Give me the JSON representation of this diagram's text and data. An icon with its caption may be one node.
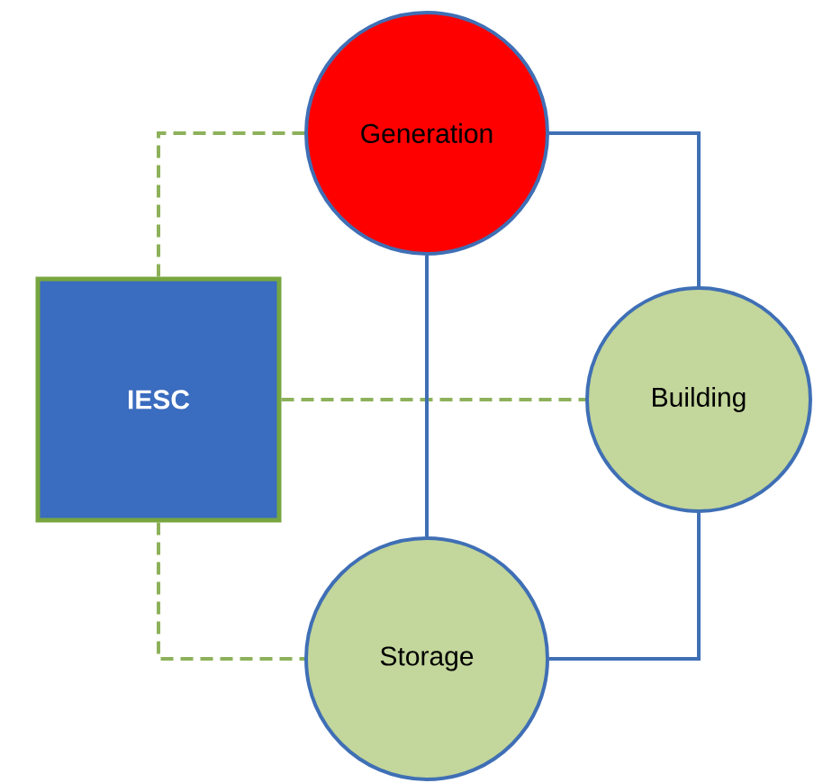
{
  "diagram": {
    "nodes": [
      {
        "text": [
          "Generation"
        ]
      },
      {
        "text": [
          "IESC"
        ]
      },
      {
        "text": [
          "Building"
        ]
      },
      {
        "text": [
          "Storage"
        ]
      }
    ],
    "edges": [
      {
        "from": 1,
        "to": 0,
        "arrow": "none",
        "style": "dashed",
        "color": "#8db15a"
      },
      {
        "from": 1,
        "to": 2,
        "arrow": "none",
        "style": "dashed",
        "color": "#8db15a"
      },
      {
        "from": 1,
        "to": 3,
        "arrow": "none",
        "style": "dashed",
        "color": "#8db15a"
      },
      {
        "from": 0,
        "to": 3,
        "arrow": "none",
        "color": "#3f6fb5"
      },
      {
        "from": 0,
        "to": 2,
        "arrow": "none",
        "color": "#3f6fb5"
      },
      {
        "from": 2,
        "to": 3,
        "arrow": "none",
        "color": "#3f6fb5"
      }
    ]
  }
}
